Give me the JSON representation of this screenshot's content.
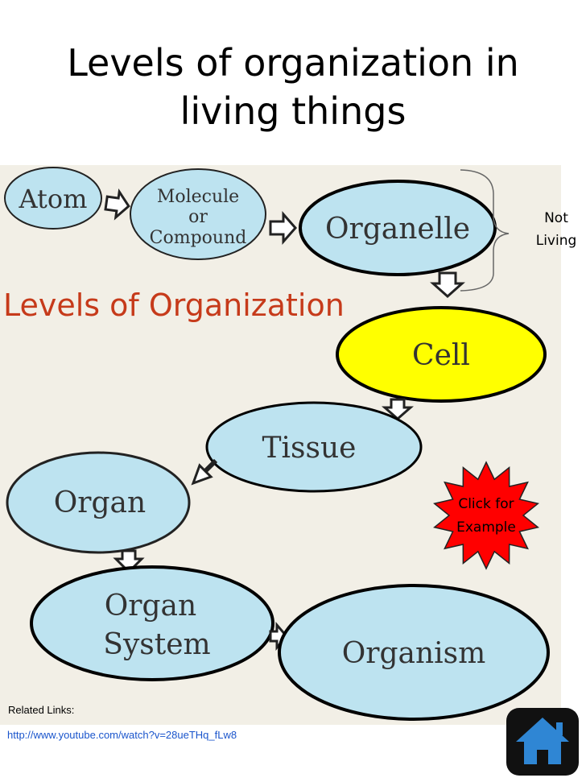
{
  "title": {
    "line1": "Levels of organization in",
    "line2": "living things"
  },
  "diagram": {
    "heading": "Levels of Organization",
    "nodes": {
      "atom": "Atom",
      "molecule_line1": "Molecule",
      "molecule_line2": "or",
      "molecule_line3": "Compound",
      "organelle": "Organelle",
      "cell": "Cell",
      "tissue": "Tissue",
      "organ": "Organ",
      "organ_system_line1": "Organ",
      "organ_system_line2": "System",
      "organism": "Organism"
    },
    "bracket_label_line1": "Not",
    "bracket_label_line2": "Living",
    "burst_line1": "Click for",
    "burst_line2": "Example",
    "colors": {
      "node_fill": "#bde3f0",
      "cell_fill": "#ffff00",
      "burst_fill": "#ff0000",
      "background": "#f2efe6"
    }
  },
  "related": {
    "label": "Related Links:",
    "link": "http://www.youtube.com/watch?v=28ueTHq_fLw8"
  },
  "home": {
    "icon": "home-icon",
    "color": "#2f86d4"
  }
}
